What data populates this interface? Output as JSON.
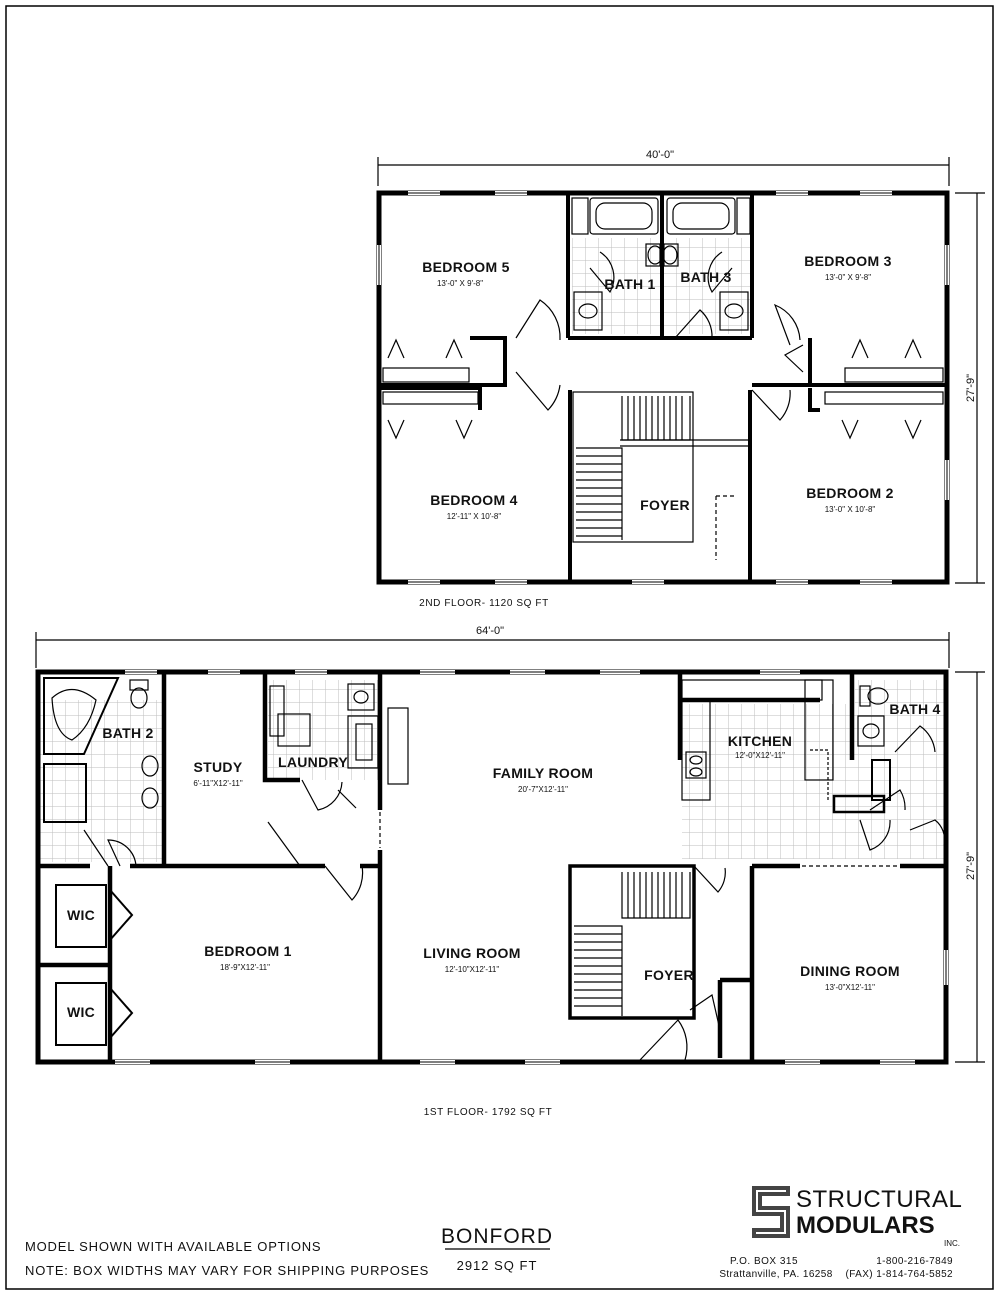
{
  "upper_floor": {
    "overall_width": "40'-0\"",
    "overall_depth": "27'-9\"",
    "caption": "2ND FLOOR- 1120 SQ FT",
    "rooms": [
      {
        "name": "BEDROOM 5",
        "size": "13'-0\" X 9'-8\""
      },
      {
        "name": "BATH 1",
        "size": ""
      },
      {
        "name": "BATH 3",
        "size": ""
      },
      {
        "name": "BEDROOM 3",
        "size": "13'-0\" X 9'-8\""
      },
      {
        "name": "BEDROOM 4",
        "size": "12'-11\" X 10'-8\""
      },
      {
        "name": "FOYER",
        "size": ""
      },
      {
        "name": "BEDROOM 2",
        "size": "13'-0\" X 10'-8\""
      }
    ]
  },
  "main_floor": {
    "overall_width": "64'-0\"",
    "overall_depth": "27'-9\"",
    "caption": "1ST FLOOR- 1792 SQ FT",
    "rooms": [
      {
        "name": "BATH 2",
        "size": ""
      },
      {
        "name": "STUDY",
        "size": "6'-11\"X12'-11\""
      },
      {
        "name": "LAUNDRY",
        "size": ""
      },
      {
        "name": "FAMILY ROOM",
        "size": "20'-7\"X12'-11\""
      },
      {
        "name": "KITCHEN",
        "size": "12'-0\"X12'-11\""
      },
      {
        "name": "BATH 4",
        "size": ""
      },
      {
        "name": "WIC",
        "size": ""
      },
      {
        "name": "WIC",
        "size": ""
      },
      {
        "name": "BEDROOM 1",
        "size": "18'-9\"X12'-11\""
      },
      {
        "name": "LIVING ROOM",
        "size": "12'-10\"X12'-11\""
      },
      {
        "name": "FOYER",
        "size": ""
      },
      {
        "name": "DINING ROOM",
        "size": "13'-0\"X12'-11\""
      }
    ]
  },
  "footer": {
    "note_line1": "MODEL SHOWN WITH AVAILABLE OPTIONS",
    "note_line2": "NOTE: BOX WIDTHS MAY VARY FOR SHIPPING PURPOSES",
    "model_name": "BONFORD",
    "model_sqft": "2912 SQ FT",
    "brand_line1": "STRUCTURAL",
    "brand_line2": "MODULARS",
    "brand_suffix": "INC.",
    "address_line1": "P.O. BOX 315",
    "address_line2": "Strattanville, PA.  16258",
    "phone": "1-800-216-7849",
    "fax": "(FAX) 1-814-764-5852"
  }
}
